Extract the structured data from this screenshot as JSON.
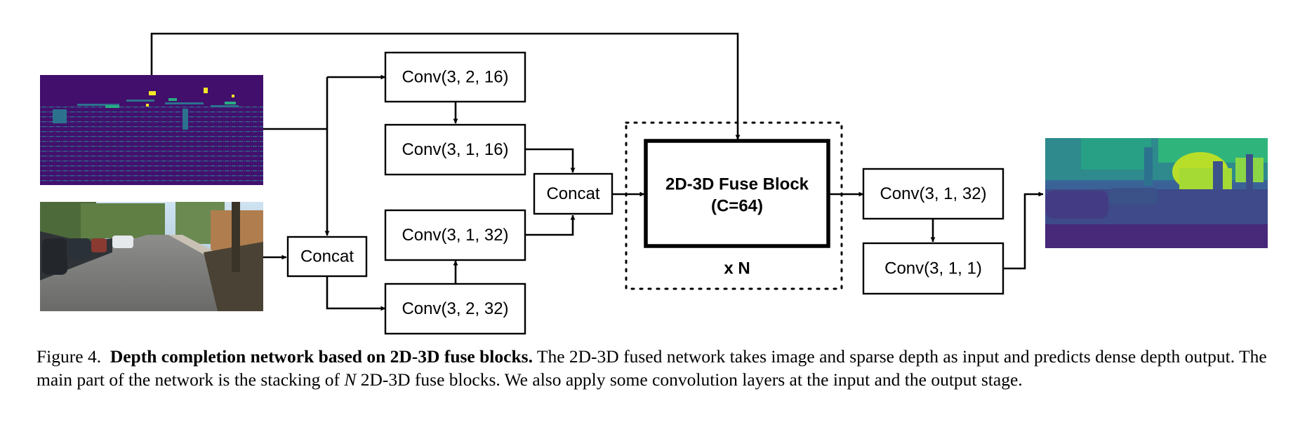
{
  "diagram": {
    "blocks": {
      "conv_top": "Conv(3, 2, 16)",
      "conv_top2": "Conv(3, 1, 16)",
      "conv_mid": "Conv(3, 1, 32)",
      "conv_bottom": "Conv(3, 2, 32)",
      "concat_input": "Concat",
      "concat_mid": "Concat",
      "fuse_title": "2D-3D Fuse Block",
      "fuse_param": "(C=64)",
      "repeat": "x N",
      "conv_out1": "Conv(3, 1, 32)",
      "conv_out2": "Conv(3, 1, 1)"
    },
    "colors": {
      "sparse_depth_bg": "#3f0f6e",
      "dense_depth_far": "#3b528b",
      "dense_depth_mid": "#21918c",
      "dense_depth_near": "#bde324"
    }
  },
  "caption": {
    "figure_label": "Figure 4.",
    "bold_title": "Depth completion network based on 2D-3D fuse blocks.",
    "text_part1": "The 2D-3D fused network takes image and sparse depth as input and predicts dense depth output. The main part of the network is the stacking of",
    "symbol": "N",
    "text_part2": "2D-3D fuse blocks. We also apply some convolution layers at the input and the output stage."
  }
}
